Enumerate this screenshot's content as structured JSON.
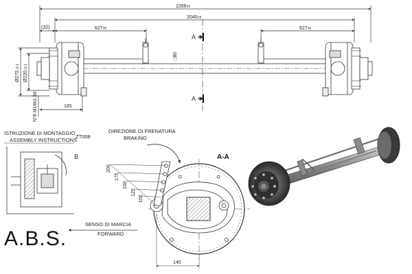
{
  "colors": {
    "line": "#333333",
    "hatch": "#555555",
    "paper": "#ffffff",
    "render_dark": "#3a3a3a",
    "render_mid": "#8a8a8a",
    "render_light": "#c8c8c8"
  },
  "dimensions": {
    "overall_length": "2266",
    "overall_tol": "±5",
    "track": "2040",
    "track_tol": "±3",
    "offset": "(32)",
    "seat_left": "627",
    "seat_left_tol": "±5",
    "seat_right": "627",
    "seat_right_tol": "±5",
    "beam_square": "□80",
    "pcd_outer": "Ø275",
    "pcd_outer_tol": "-0.1",
    "pcd_inner": "Ø220",
    "pcd_inner_tol": "-0.1",
    "studs": "N°8 M18x1.50",
    "hub_offset": "165",
    "lever_200": "200",
    "lever_175": "175",
    "lever_150": "150",
    "lever_125": "125",
    "lever_100": "100",
    "cam_offset": "140"
  },
  "section": {
    "marker": "A",
    "title": "A-A"
  },
  "labels": {
    "montaggio_it": "ISTRUZIONE DI MONTAGGIO",
    "montaggio_en": "ASSEMBLY INSTRUCTIONS",
    "montaggio_code": "ZT008",
    "detail_b": "B",
    "frenatura_it": "DIREZIONE DI FRENATURA",
    "frenatura_en": "BRAKING",
    "marcia_it": "SENSO DI MARCIA",
    "marcia_en": "FORWARD",
    "abs": "A.B.S."
  }
}
